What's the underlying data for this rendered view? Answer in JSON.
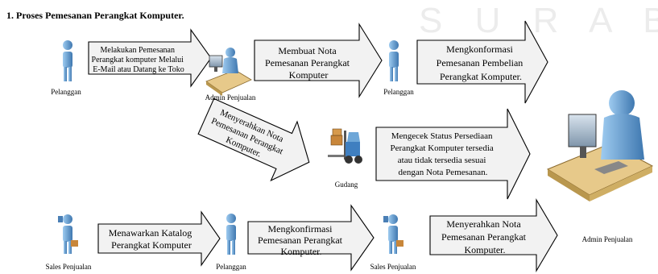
{
  "heading": "1. Proses Pemesanan Perangkat Komputer.",
  "watermark": "S U R A B",
  "actors": {
    "pelanggan_1": "Pelanggan",
    "admin_1": "Admin Penjualan",
    "pelanggan_2": "Pelanggan",
    "gudang": "Gudang",
    "sales_1": "Sales Penjualan",
    "pelanggan_3": "Pelanggan",
    "sales_2": "Sales Penjualan",
    "admin_2": "Admin Penjualan"
  },
  "arrows": {
    "a1": [
      "Melakukan Pemesanan",
      "Perangkat komputer Melalui",
      "E-Mail atau Datang ke Toko"
    ],
    "a2": [
      "Membuat Nota",
      "Pemesanan Perangkat",
      "Komputer"
    ],
    "a3": [
      "Mengkonformasi",
      "Pemesanan Pembelian",
      "Perangkat Komputer."
    ],
    "a4": [
      "Menyerahkan Nota",
      "Pemesanan Perangkat",
      "Komputer."
    ],
    "a5": [
      "Mengecek Status Persediaan",
      "Perangkat Komputer tersedia",
      "atau tidak tersedia sesuai",
      "dengan Nota Pemesanan."
    ],
    "a6": [
      "Menawarkan Katalog",
      "Perangkat Komputer"
    ],
    "a7": [
      "Mengkonfirmasi",
      "Pemesanan Perangkat",
      "Komputer."
    ],
    "a8": [
      "Menyerahkan Nota",
      "Pemesanan Perangkat",
      "Komputer."
    ]
  },
  "colors": {
    "person": "#6ea7d8",
    "person_dark": "#3f78b0",
    "arrow_fill": "#f2f2f2",
    "desk": "#e7c98a",
    "monitor": "#aab9c8",
    "forklift": "#3f7fc0",
    "box": "#c8863a"
  },
  "icons": [
    "person-icon",
    "computer-user-icon",
    "forklift-icon",
    "salesperson-icon"
  ]
}
